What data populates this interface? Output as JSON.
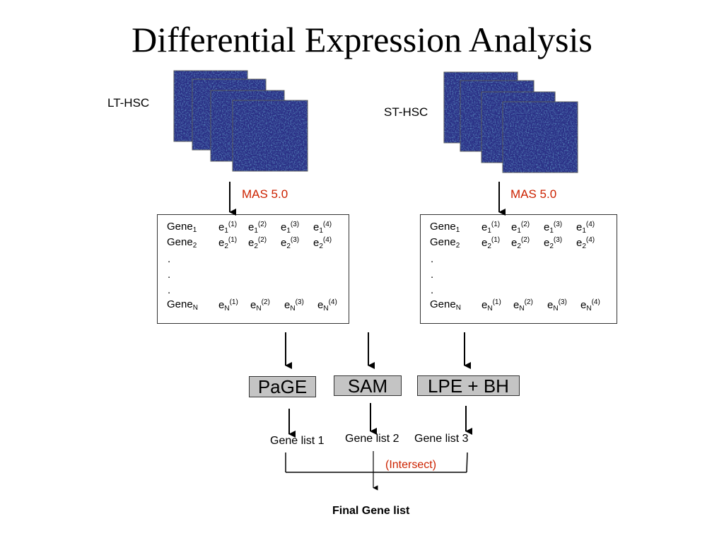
{
  "title": "Differential Expression Analysis",
  "groups": [
    {
      "label": "LT-HSC",
      "method": "MAS 5.0"
    },
    {
      "label": "ST-HSC",
      "method": "MAS 5.0"
    }
  ],
  "matrix": {
    "gene_label": "Gene",
    "expr_label": "e",
    "row_subscripts": [
      "1",
      "2",
      "N"
    ],
    "sample_superscripts": [
      "(1)",
      "(2)",
      "(3)",
      "(4)"
    ],
    "ellipsis": "."
  },
  "tools": [
    "PaGE",
    "SAM",
    "LPE + BH"
  ],
  "gene_lists": [
    "Gene list 1",
    "Gene list 2",
    "Gene list 3"
  ],
  "intersect_label": "(Intersect)",
  "final_label": "Final Gene list",
  "colors": {
    "method_text": "#cc2200",
    "tool_fill": "#c4c4c4",
    "chip_base": "#2a2f85"
  }
}
